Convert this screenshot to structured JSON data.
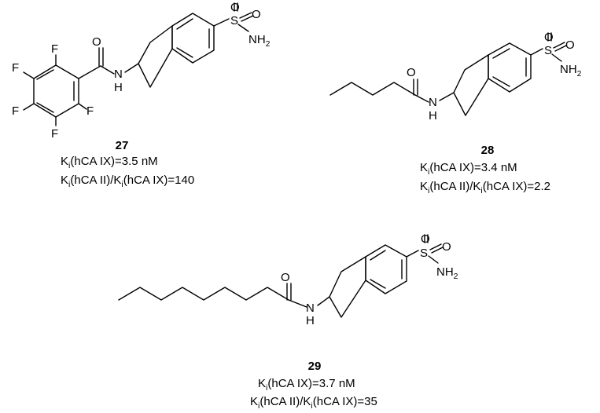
{
  "compounds": [
    {
      "number": "27",
      "atoms": {
        "F1": "F",
        "F2": "F",
        "F3": "F",
        "F4": "F",
        "F5": "F",
        "O": "O",
        "N": "N",
        "H": "H",
        "S": "S",
        "O1": "O",
        "O2": "O",
        "NH2": "NH",
        "NH2_sub": "2"
      },
      "ki": {
        "K": "K",
        "i": "i",
        "target": "(hCA IX)=3.5 nM"
      },
      "ratio": {
        "K1": "K",
        "i1": "i",
        "mid": "(hCA II)/K",
        "i2": "i",
        "tail": "(hCA IX)=140"
      }
    },
    {
      "number": "28",
      "atoms": {
        "O": "O",
        "N": "N",
        "H": "H",
        "S": "S",
        "O1": "O",
        "O2": "O",
        "NH2": "NH",
        "NH2_sub": "2"
      },
      "ki": {
        "K": "K",
        "i": "i",
        "target": "(hCA IX)=3.4 nM"
      },
      "ratio": {
        "K1": "K",
        "i1": "i",
        "mid": "(hCA II)/K",
        "i2": "i",
        "tail": "(hCA IX)=2.2"
      }
    },
    {
      "number": "29",
      "atoms": {
        "O": "O",
        "N": "N",
        "H": "H",
        "S": "S",
        "O1": "O",
        "O2": "O",
        "NH2": "NH",
        "NH2_sub": "2"
      },
      "ki": {
        "K": "K",
        "i": "i",
        "target": "(hCA IX)=3.7 nM"
      },
      "ratio": {
        "K1": "K",
        "i1": "i",
        "mid": "(hCA II)/K",
        "i2": "i",
        "tail": "(hCA IX)=35"
      }
    }
  ]
}
